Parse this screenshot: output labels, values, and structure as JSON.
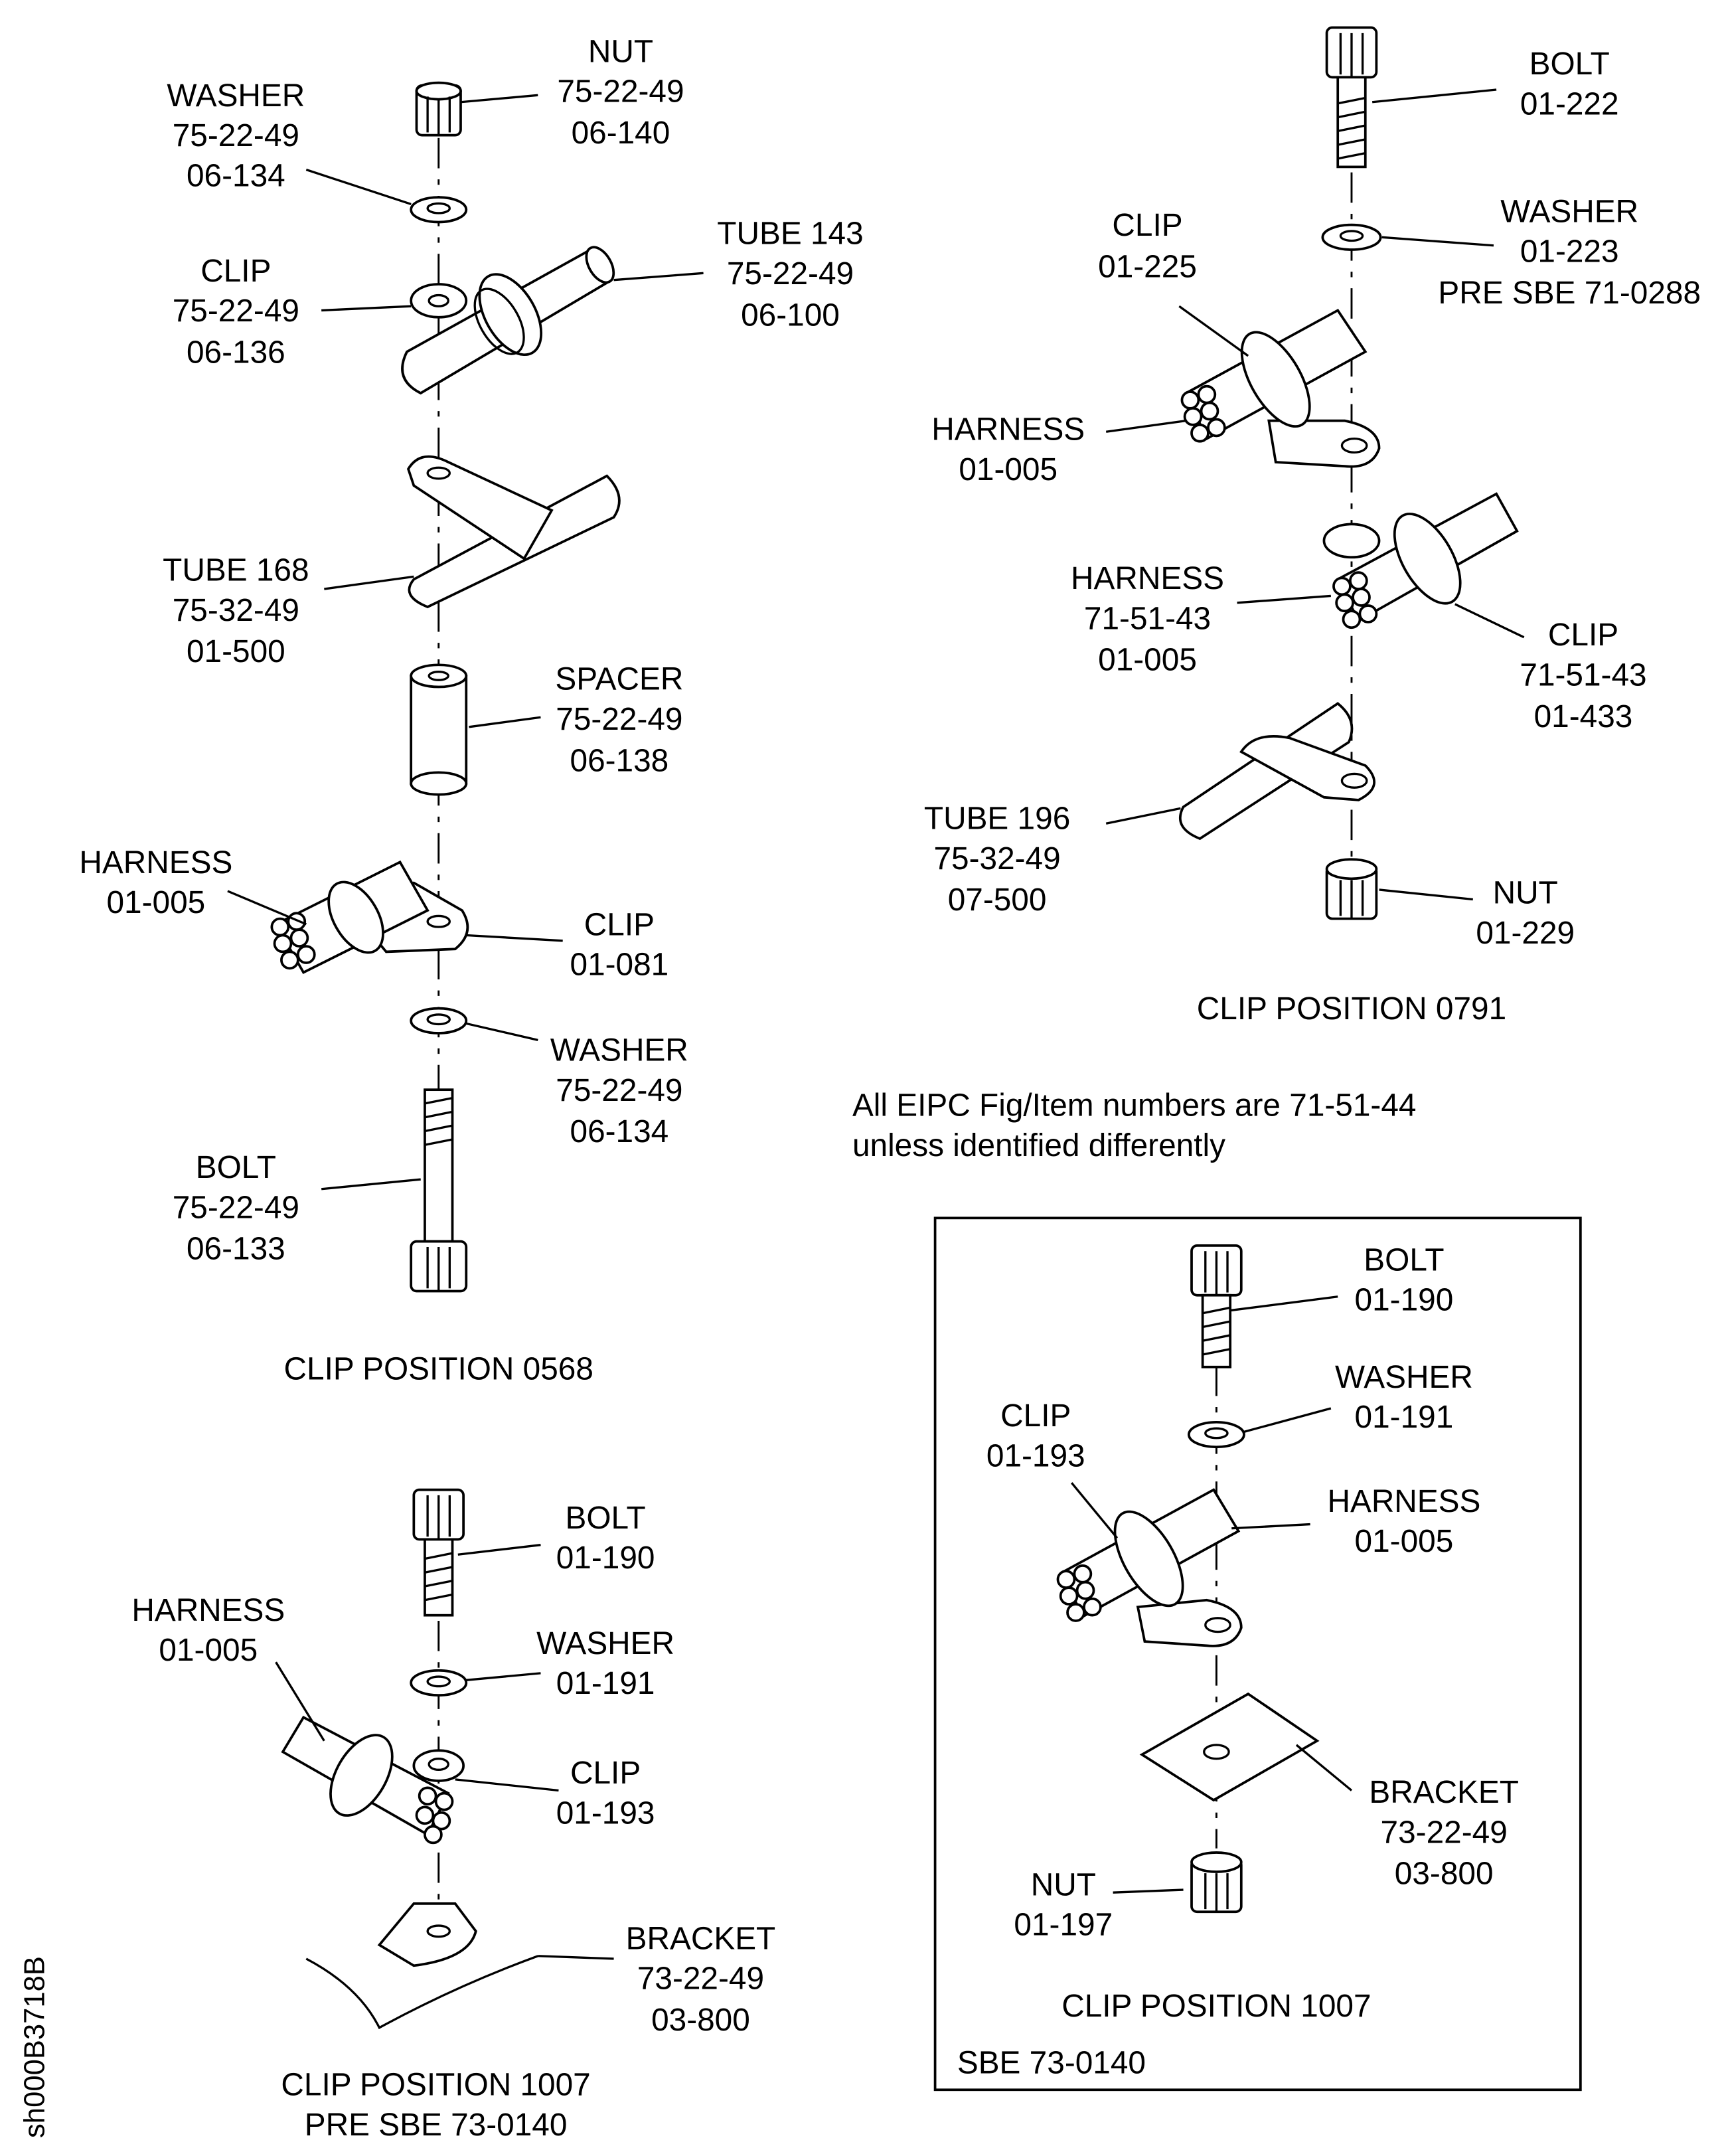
{
  "figure_id": "sh000B3718B",
  "note": [
    "All EIPC Fig/Item numbers are 71-51-44",
    "unless identified differently"
  ],
  "clip_position_0568": {
    "caption": "CLIP POSITION 0568",
    "nut": [
      "NUT",
      "75-22-49",
      "06-140"
    ],
    "washer_top": [
      "WASHER",
      "75-22-49",
      "06-134"
    ],
    "clip_top": [
      "CLIP",
      "75-22-49",
      "06-136"
    ],
    "tube_143": [
      "TUBE 143",
      "75-22-49",
      "06-100"
    ],
    "tube_168": [
      "TUBE 168",
      "75-32-49",
      "01-500"
    ],
    "spacer": [
      "SPACER",
      "75-22-49",
      "06-138"
    ],
    "harness": [
      "HARNESS",
      "01-005"
    ],
    "clip_bottom": [
      "CLIP",
      "01-081"
    ],
    "washer_bottom": [
      "WASHER",
      "75-22-49",
      "06-134"
    ],
    "bolt": [
      "BOLT",
      "75-22-49",
      "06-133"
    ]
  },
  "clip_position_0791": {
    "caption": "CLIP POSITION 0791",
    "bolt": [
      "BOLT",
      "01-222"
    ],
    "washer": [
      "WASHER",
      "01-223",
      "PRE SBE 71-0288"
    ],
    "clip_top": [
      "CLIP",
      "01-225"
    ],
    "harness_top": [
      "HARNESS",
      "01-005"
    ],
    "harness_mid": [
      "HARNESS",
      "71-51-43",
      "01-005"
    ],
    "clip_mid": [
      "CLIP",
      "71-51-43",
      "01-433"
    ],
    "tube_196": [
      "TUBE 196",
      "75-32-49",
      "07-500"
    ],
    "nut": [
      "NUT",
      "01-229"
    ]
  },
  "clip_position_1007_pre": {
    "caption": [
      "CLIP POSITION 1007",
      "PRE SBE 73-0140"
    ],
    "bolt": [
      "BOLT",
      "01-190"
    ],
    "harness": [
      "HARNESS",
      "01-005"
    ],
    "washer": [
      "WASHER",
      "01-191"
    ],
    "clip": [
      "CLIP",
      "01-193"
    ],
    "bracket": [
      "BRACKET",
      "73-22-49",
      "03-800"
    ]
  },
  "clip_position_1007_sbe": {
    "caption": "CLIP POSITION 1007",
    "sbe": "SBE 73-0140",
    "bolt": [
      "BOLT",
      "01-190"
    ],
    "washer": [
      "WASHER",
      "01-191"
    ],
    "clip": [
      "CLIP",
      "01-193"
    ],
    "harness": [
      "HARNESS",
      "01-005"
    ],
    "bracket": [
      "BRACKET",
      "73-22-49",
      "03-800"
    ],
    "nut": [
      "NUT",
      "01-197"
    ]
  }
}
